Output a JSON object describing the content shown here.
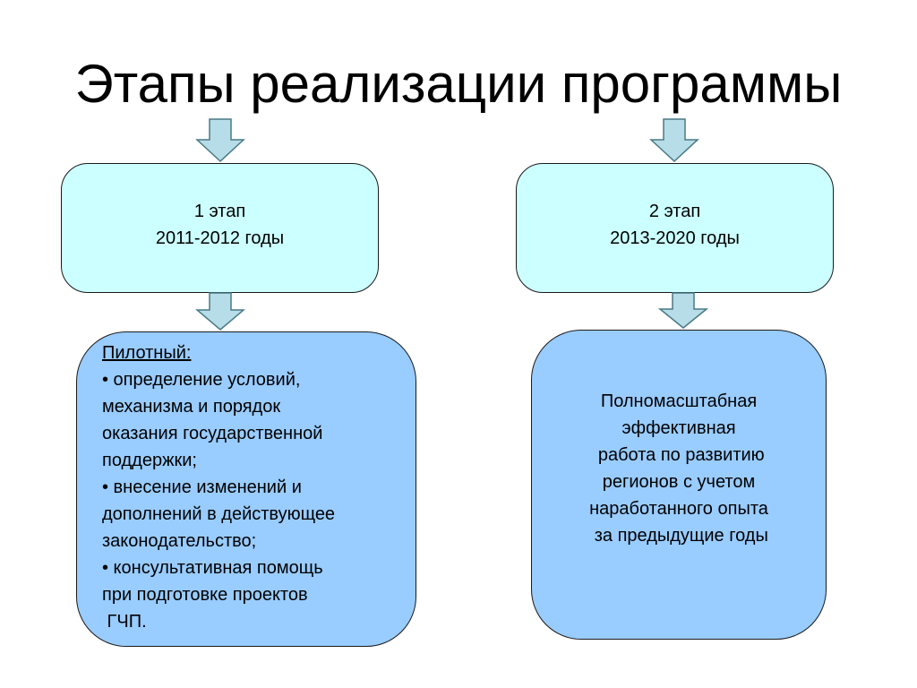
{
  "title": "Этапы реализации программы",
  "stages": [
    {
      "label": "1 этап",
      "years": "2011-2012 годы"
    },
    {
      "label": "2 этап",
      "years": "2013-2020 годы"
    }
  ],
  "pilot": {
    "heading": "Пилотный:",
    "lines": [
      "• определение условий,",
      "механизма и порядок",
      "оказания государственной",
      "поддержки;",
      "• внесение изменений и",
      "дополнений в действующее",
      "законодательство;",
      "• консультативная помощь",
      "при подготовке проектов",
      " ГЧП."
    ]
  },
  "fullscale": {
    "lines": [
      "Полномасштабная",
      "эффективная",
      " работа по развитию",
      "регионов с учетом",
      "наработанного опыта",
      " за предыдущие годы"
    ]
  },
  "colors": {
    "stage_fill": "#ccffff",
    "detail_fill": "#99ccff",
    "arrow_fill": "#b7dde8",
    "arrow_stroke": "#4a7a85"
  },
  "icons": [
    "down-arrow-icon"
  ]
}
